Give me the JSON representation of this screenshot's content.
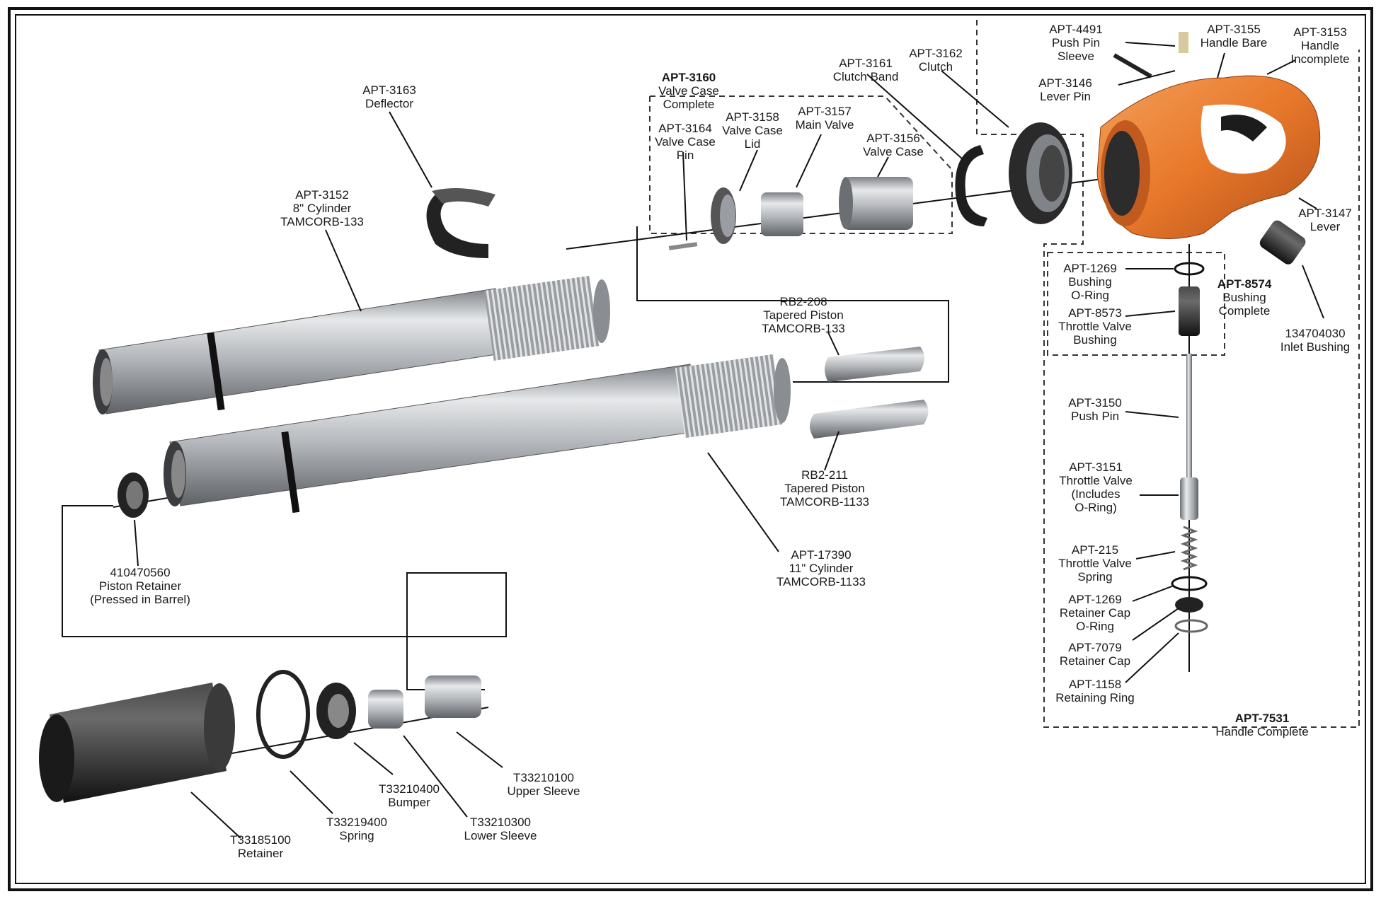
{
  "labels": {
    "apt3163": [
      "APT-3163",
      "Deflector"
    ],
    "apt3152": [
      "APT-3152",
      "8\" Cylinder",
      "TAMCORB-133"
    ],
    "apt3160": [
      "APT-3160",
      "Valve Case",
      "Complete"
    ],
    "apt3164": [
      "APT-3164",
      "Valve Case",
      "Pin"
    ],
    "apt3158": [
      "APT-3158",
      "Valve Case",
      "Lid"
    ],
    "apt3157": [
      "APT-3157",
      "Main Valve"
    ],
    "apt3156": [
      "APT-3156",
      "Valve Case"
    ],
    "apt3161": [
      "APT-3161",
      "Clutch Band"
    ],
    "apt3162": [
      "APT-3162",
      "Clutch"
    ],
    "apt4491": [
      "APT-4491",
      "Push Pin",
      "Sleeve"
    ],
    "apt3146": [
      "APT-3146",
      "Lever Pin"
    ],
    "apt3155": [
      "APT-3155",
      "Handle Bare"
    ],
    "apt3153": [
      "APT-3153",
      "Handle",
      "Incomplete"
    ],
    "apt3147": [
      "APT-3147",
      "Lever"
    ],
    "apt1269a": [
      "APT-1269",
      "Bushing",
      "O-Ring"
    ],
    "apt8574": [
      "APT-8574",
      "Bushing",
      "Complete"
    ],
    "apt8573": [
      "APT-8573",
      "Throttle Valve",
      "Bushing"
    ],
    "inlet": [
      "134704030",
      "Inlet Bushing"
    ],
    "rb2208": [
      "RB2-208",
      "Tapered Piston",
      "TAMCORB-133"
    ],
    "rb2211": [
      "RB2-211",
      "Tapered Piston",
      "TAMCORB-1133"
    ],
    "apt17390": [
      "APT-17390",
      "11\" Cylinder",
      "TAMCORB-1133"
    ],
    "retainer410": [
      "410470560",
      "Piston Retainer",
      "(Pressed in Barrel)"
    ],
    "apt3150": [
      "APT-3150",
      "Push Pin"
    ],
    "apt3151": [
      "APT-3151",
      "Throttle Valve",
      "(Includes",
      "O-Ring)"
    ],
    "apt215": [
      "APT-215",
      "Throttle Valve",
      "Spring"
    ],
    "apt1269b": [
      "APT-1269",
      "Retainer Cap",
      "O-Ring"
    ],
    "apt7079": [
      "APT-7079",
      "Retainer Cap"
    ],
    "apt1158": [
      "APT-1158",
      "Retaining Ring"
    ],
    "apt7531": [
      "APT-7531",
      "Handle Complete"
    ],
    "t33210100": [
      "T33210100",
      "Upper Sleeve"
    ],
    "t33210400": [
      "T33210400",
      "Bumper"
    ],
    "t33210300": [
      "T33210300",
      "Lower Sleeve"
    ],
    "t33219400": [
      "T33219400",
      "Spring"
    ],
    "t33185100": [
      "T33185100",
      "Retainer"
    ]
  },
  "colors": {
    "handle": "#e8782a",
    "steel": "#b9bcc0",
    "dark_part": "#2a2a2a",
    "frame": "#111111"
  }
}
